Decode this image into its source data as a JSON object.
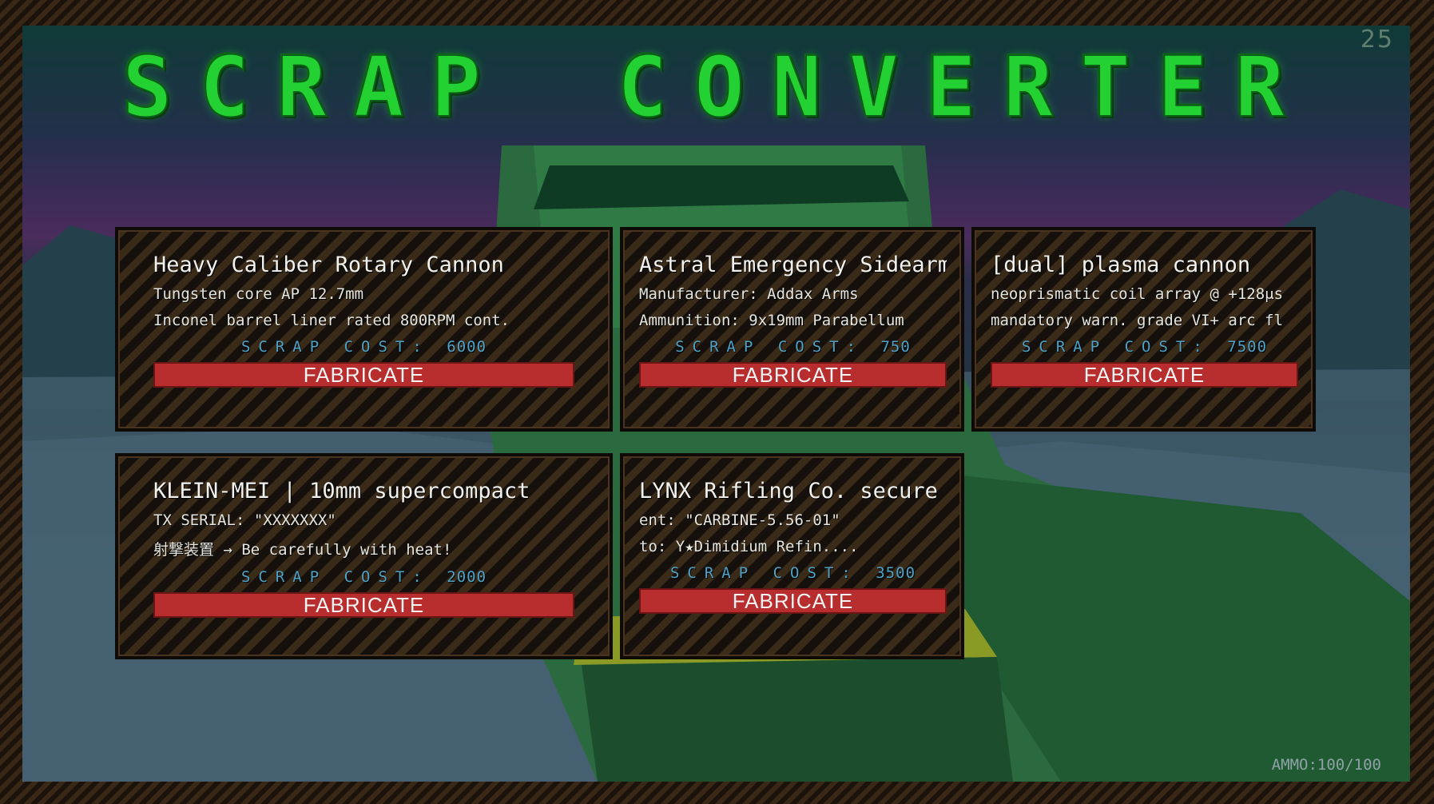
{
  "hud": {
    "fps": "25",
    "ammo": "AMMO:100/100"
  },
  "title": "SCRAP CONVERTER",
  "cost_label": "SCRAP COST:",
  "fabricate_label": "FABRICATE",
  "cards": [
    {
      "name": "Heavy Caliber Rotary Cannon",
      "line1": "Tungsten core AP 12.7mm",
      "line2": "Inconel barrel liner rated 800RPM cont.",
      "cost": "6000"
    },
    {
      "name": "Astral Emergency Sidearm",
      "line1": "Manufacturer: Addax Arms",
      "line2": "Ammunition: 9x19mm Parabellum",
      "cost": "750"
    },
    {
      "name": "[dual] plasma cannon",
      "line1": "neoprismatic coil array @ +128μs",
      "line2": "mandatory warn. grade VI+ arc fl",
      "cost": "7500"
    },
    {
      "name": "KLEIN-MEI | 10mm supercompact",
      "line1": "TX SERIAL: \"XXXXXXX\"",
      "line2": "射撃装置 → Be carefully with heat!",
      "cost": "2000"
    },
    {
      "name": "LYNX Rifling Co. secure shi",
      "line1": "ent: \"CARBINE-5.56-01\"",
      "line2": "to: Y★Dimidium Refin....",
      "cost": "3500"
    }
  ],
  "colors": {
    "title_green": "#24d132",
    "button_red": "#b82e2e",
    "cost_blue": "#4ea3c8"
  }
}
